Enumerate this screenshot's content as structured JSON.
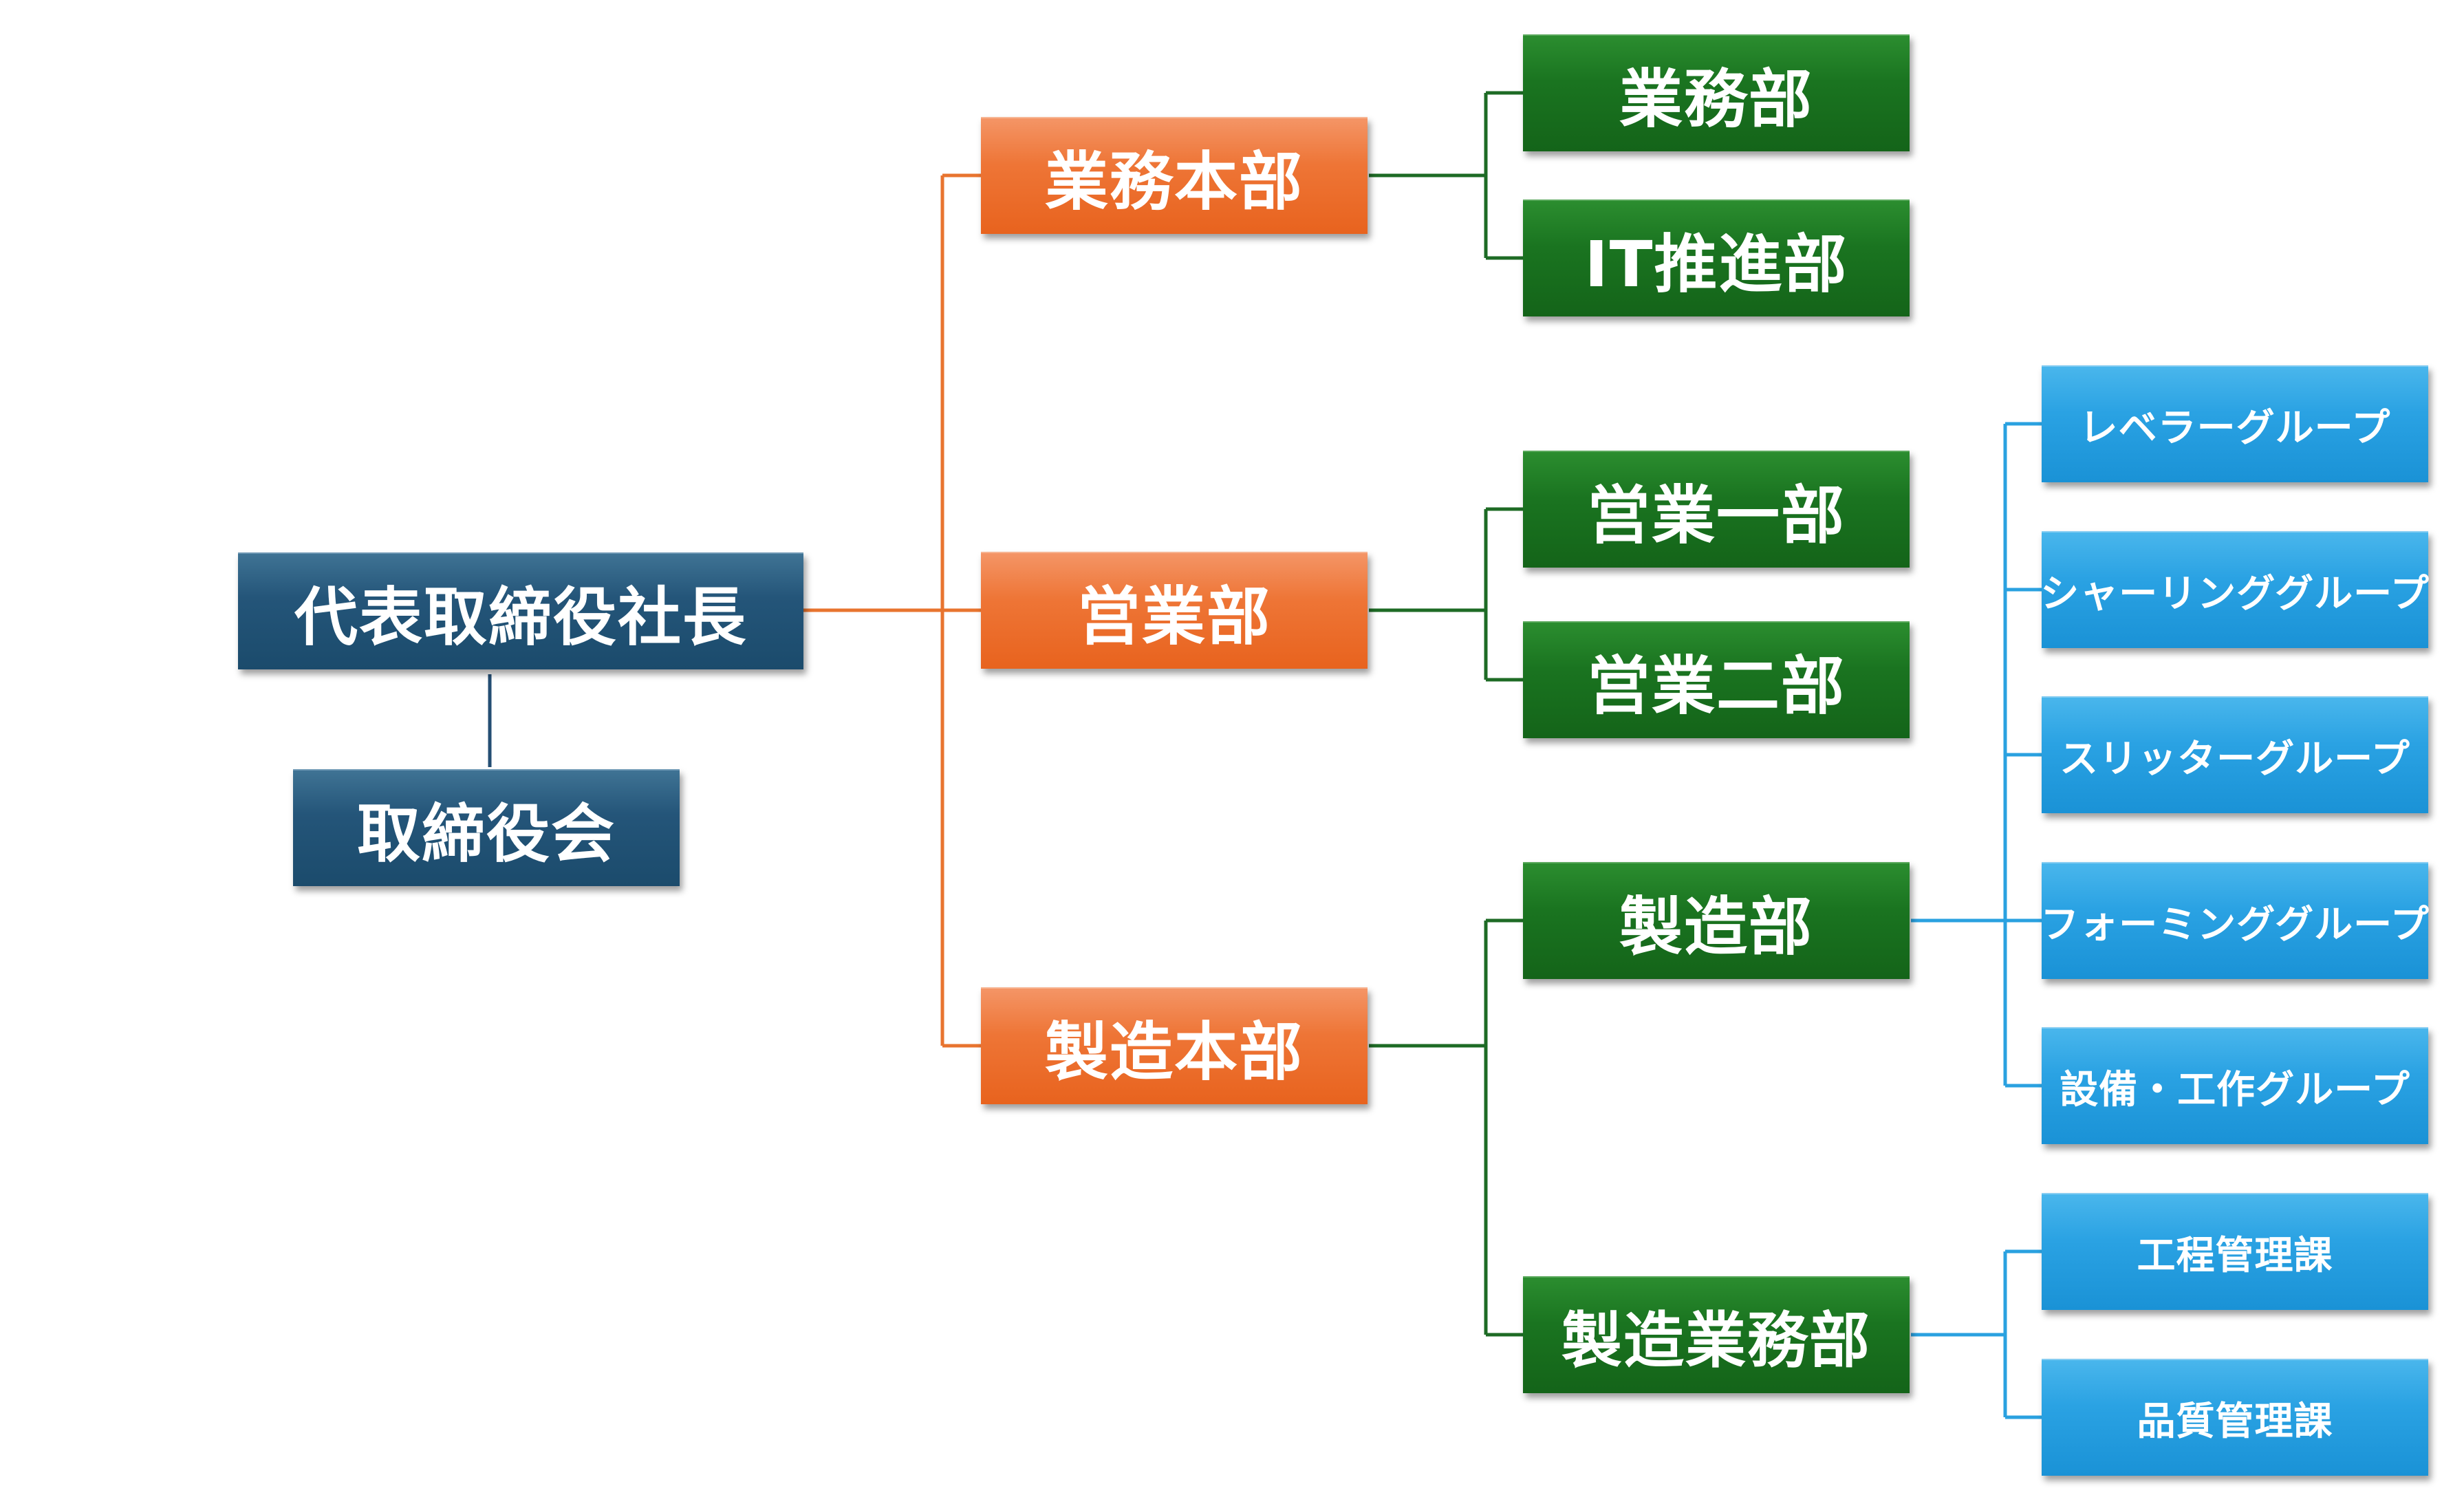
{
  "colors": {
    "navy": "#1f5275",
    "orange": "#ee7133",
    "green": "#177020",
    "blue": "#239ee0",
    "line_orange": "#e8742f",
    "line_green": "#1e6b25",
    "line_blue": "#2aa1e0",
    "line_navy": "#244e73"
  },
  "president": "代表取締役社長",
  "board": "取締役会",
  "headquarters": [
    {
      "name": "業務本部",
      "departments": [
        {
          "name": "業務部",
          "groups": []
        },
        {
          "name": "IT推進部",
          "groups": []
        }
      ]
    },
    {
      "name": "営業部",
      "departments": [
        {
          "name": "営業一部",
          "groups": []
        },
        {
          "name": "営業二部",
          "groups": []
        }
      ]
    },
    {
      "name": "製造本部",
      "departments": [
        {
          "name": "製造部",
          "groups": [
            "レベラーグループ",
            "シャーリンググループ",
            "スリッターグループ",
            "フォーミンググループ",
            "設備・工作グループ"
          ]
        },
        {
          "name": "製造業務部",
          "groups": [
            "工程管理課",
            "品質管理課"
          ]
        }
      ]
    }
  ]
}
